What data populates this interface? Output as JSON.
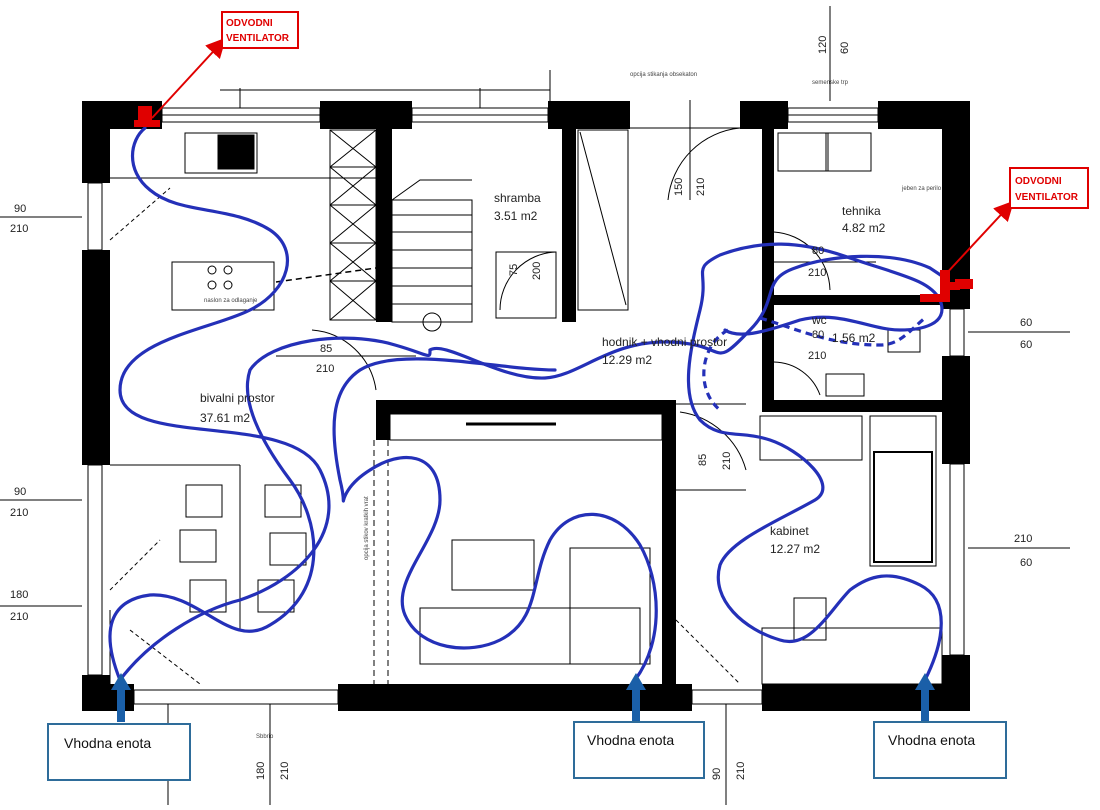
{
  "callouts": {
    "exhaust_fan_label": [
      "ODVODNI",
      "VENTILATOR"
    ],
    "inlet_unit_label": "Vhodna enota"
  },
  "rooms": {
    "living": {
      "name": "bivalni prostor",
      "area": "37.61 m2"
    },
    "storage": {
      "name": "shramba",
      "area": "3.51 m2"
    },
    "technical": {
      "name": "tehnika",
      "area": "4.82 m2"
    },
    "hallway": {
      "name": "hodnik + vhodni prostor",
      "area": "12.29 m2"
    },
    "wc": {
      "name": "wc",
      "area": "1.56 m2"
    },
    "study": {
      "name": "kabinet",
      "area": "12.27 m2"
    }
  },
  "dimensions": {
    "left_w1": [
      "90",
      "210"
    ],
    "left_w2": [
      "90",
      "210"
    ],
    "left_w3": [
      "180",
      "210"
    ],
    "right_w1": [
      "60",
      "60"
    ],
    "right_w2": [
      "210",
      "60"
    ],
    "top_w": [
      "120",
      "60"
    ],
    "top_door": [
      "150",
      "210"
    ],
    "bottom_w1": [
      "180",
      "210"
    ],
    "bottom_w2": [
      "90",
      "210"
    ],
    "d_living": [
      "85",
      "210"
    ],
    "d_storage": [
      "75",
      "200"
    ],
    "d_tech": [
      "80",
      "210"
    ],
    "d_wc": [
      "80",
      "210"
    ],
    "d_study": [
      "85",
      "210"
    ]
  },
  "small_notes": {
    "top_ext": "opcija stikanja obsekaton",
    "top_sill": "semenske trp",
    "tech_note": "jeben za perilo",
    "island": "naslon za odlaganje",
    "living_wall": "opcija stikov kratkih vrat",
    "bottom": "Sbbrio"
  },
  "colors": {
    "duct": "#2430b8",
    "arrow": "#1a5fa8",
    "fan": "#e00000",
    "wall": "#000000",
    "box_border": "#2e6c9a"
  }
}
